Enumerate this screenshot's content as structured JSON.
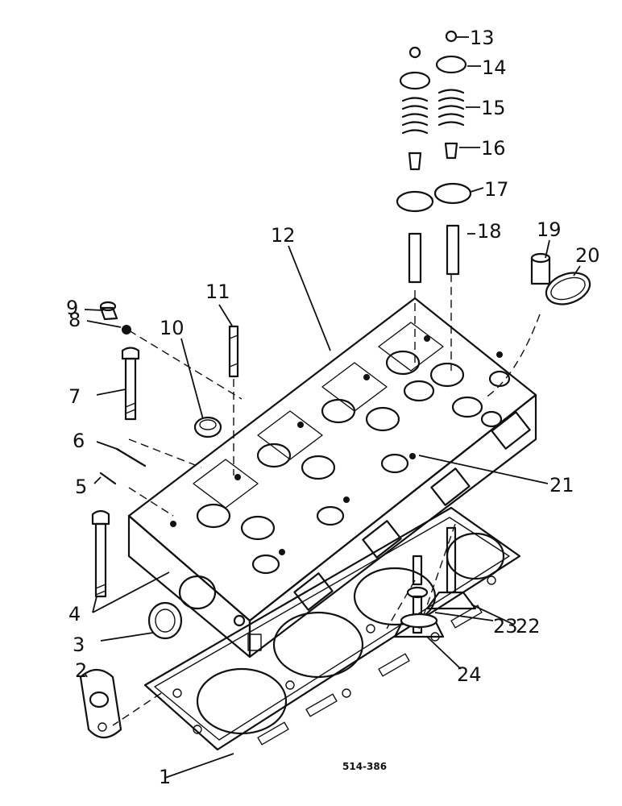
{
  "drawing": {
    "reference": "514-386",
    "callouts": [
      "1",
      "2",
      "3",
      "4",
      "5",
      "6",
      "7",
      "8",
      "9",
      "10",
      "11",
      "12",
      "13",
      "14",
      "15",
      "16",
      "17",
      "18",
      "19",
      "20",
      "21",
      "22",
      "23",
      "24"
    ]
  }
}
